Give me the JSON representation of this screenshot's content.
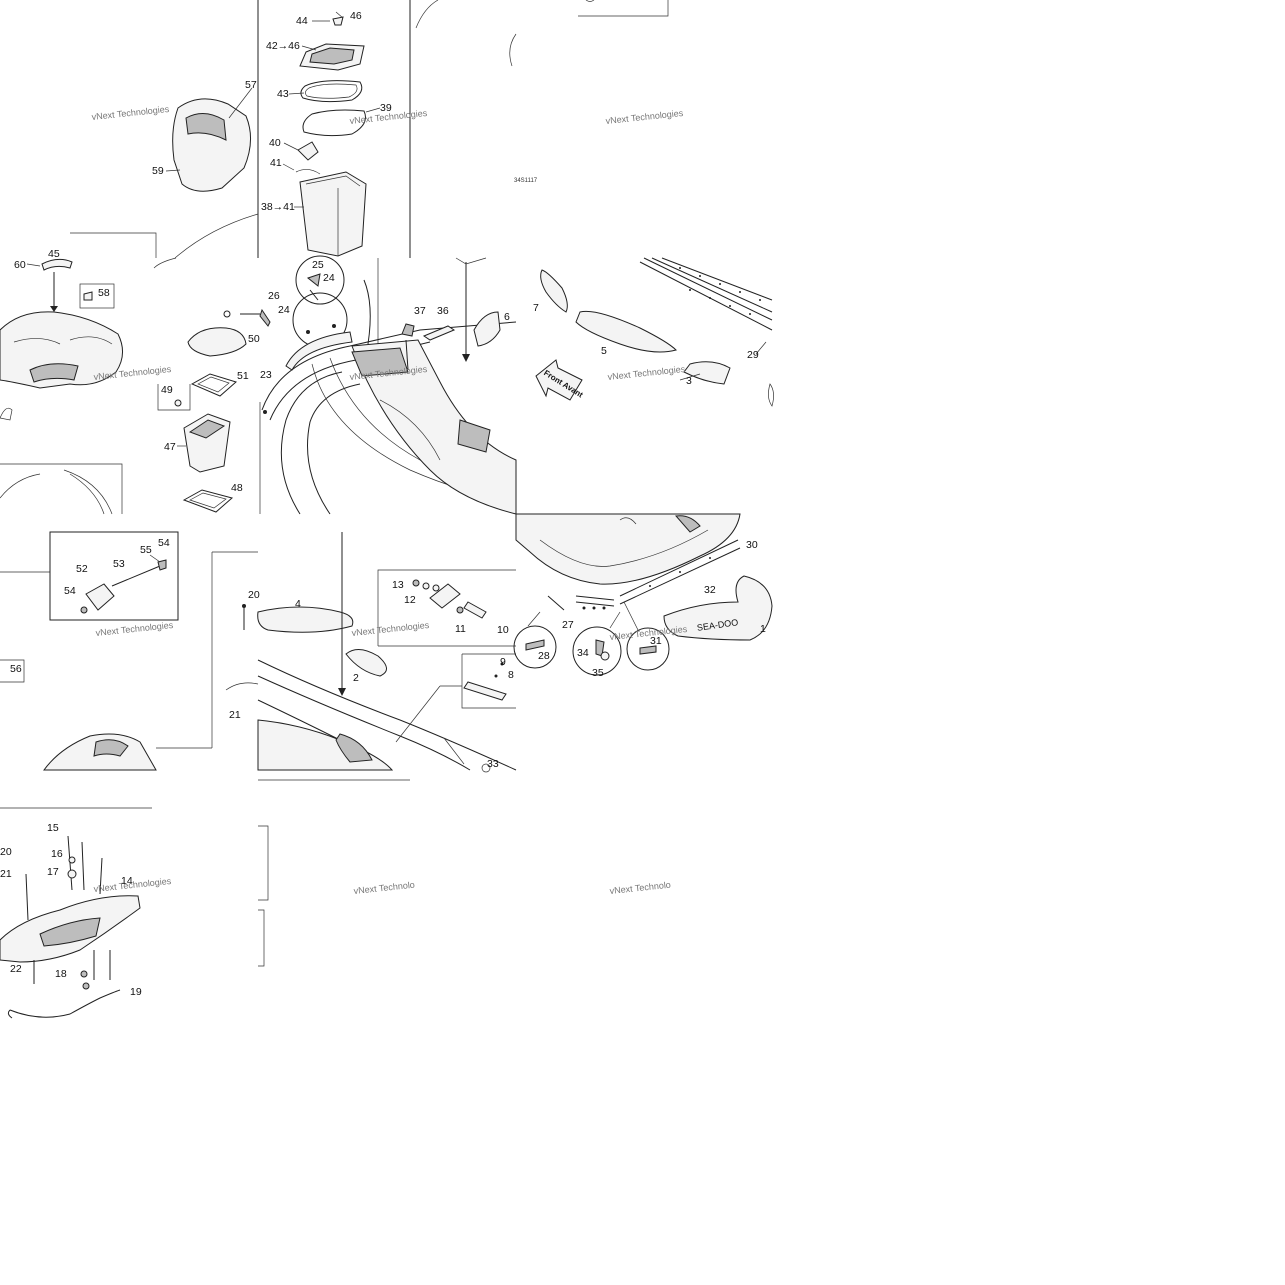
{
  "diagram": {
    "figure_code": "34S1117",
    "watermark_text": "vNext Technologies",
    "watermark_text_partial": "vNext Technolo",
    "front_arrow": "Front Avant",
    "labels": [
      "1",
      "2",
      "3",
      "4",
      "5",
      "6",
      "7",
      "8",
      "9",
      "10",
      "11",
      "12",
      "13",
      "14",
      "15",
      "16",
      "17",
      "18",
      "19",
      "20",
      "21",
      "22",
      "23",
      "24",
      "25",
      "26",
      "27",
      "28",
      "29",
      "30",
      "31",
      "32",
      "33",
      "34",
      "35",
      "36",
      "37",
      "38→41",
      "39",
      "40",
      "41",
      "42→46",
      "43",
      "44",
      "45",
      "46",
      "47",
      "48",
      "49",
      "50",
      "51",
      "52",
      "53",
      "54",
      "55",
      "56",
      "57",
      "58",
      "59",
      "60"
    ]
  }
}
